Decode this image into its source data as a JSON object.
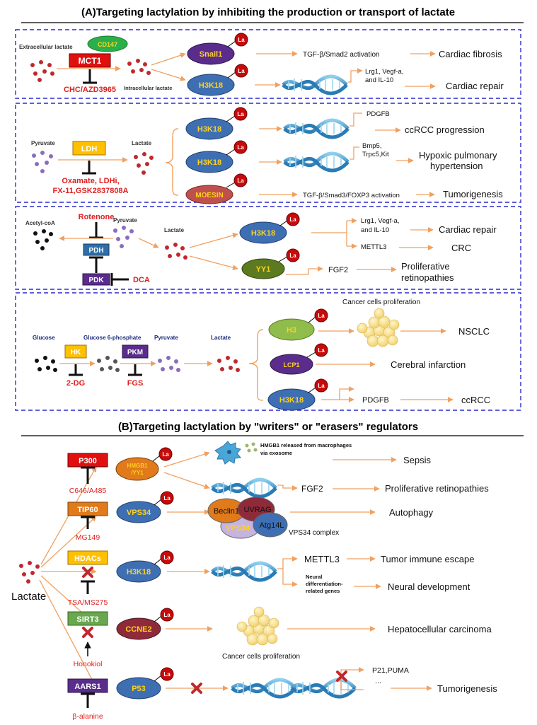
{
  "colors": {
    "arrow": "#f0a060",
    "dash_box": "#2a2acd",
    "inhibitor_red": "#e02020",
    "gold_text": "#ffd21e",
    "la_badge": "#c80a0a",
    "blue_ellipse": "#3f6fb3",
    "purple_ellipse": "#5a2d8c",
    "olive_ellipse": "#5c7a1f",
    "green_ellipse": "#8fbc4a",
    "red_box": "#e01010",
    "orange_box": "#e07a1a",
    "purple_box": "#5a2d8c",
    "blue_box": "#2f6ea8",
    "yellow_box": "#ffc000",
    "green_box": "#6aa84f",
    "cd147": "#2ab04a"
  },
  "section_a": {
    "title": "(A)Targeting lactylation by inhibiting the production or transport of lactate",
    "box1": {
      "extracellular": "Extracellular lactate",
      "intracellular": "Intracellular lactate",
      "cd147": "CD147",
      "transporter": "MCT1",
      "inhibitor": "CHC/AZD3965",
      "target1": "Snail1",
      "target2": "H3K18",
      "effect1": "TGF-β/Smad2 activation",
      "genes_line1": "Lrg1, Vegf-a,",
      "genes_line2": "and IL-10",
      "outcome1": "Cardiac fibrosis",
      "outcome2": "Cardiac repair"
    },
    "box2": {
      "substrate": "Pyruvate",
      "product": "Lactate",
      "enzyme": "LDH",
      "inhibitor_line1": "Oxamate, LDHi,",
      "inhibitor_line2": "FX-11,GSK2837808A",
      "target1": "H3K18",
      "target2": "H3K18",
      "target3": "MOESIN",
      "gene1": "PDGFB",
      "gene2_line1": "Bmp5,",
      "gene2_line2": "Trpc5,Kit",
      "effect3": "TGF-β/Smad3/FOXP3 activation",
      "outcome1": "ccRCC progression",
      "outcome2_line1": "Hypoxic pulmonary",
      "outcome2_line2": "hypertension",
      "outcome3": "Tumorigenesis"
    },
    "box3": {
      "acetyl": "Acetyl-coA",
      "pyruvate": "Pyruvate",
      "lactate": "Lactate",
      "inhibitor1": "Rotenone",
      "enzyme1": "PDH",
      "enzyme2": "PDK",
      "inhibitor2": "DCA",
      "target1": "H3K18",
      "target2": "YY1",
      "genes_line1": "Lrg1, Vegf-a,",
      "genes_line2": "and IL-10",
      "gene_b": "METTL3",
      "gene_c": "FGF2",
      "outcome1": "Cardiac repair",
      "outcome2": "CRC",
      "outcome3_line1": "Proliferative",
      "outcome3_line2": "retinopathies"
    },
    "box4": {
      "glucose": "Glucose",
      "g6p": "Glucose 6-phosphate",
      "pyruvate": "Pyruvate",
      "lactate": "Lactate",
      "enzyme1": "HK",
      "inhibitor1": "2-DG",
      "enzyme2": "PKM",
      "inhibitor2": "FGS",
      "target1": "H3",
      "target2": "LCP1",
      "target3": "H3K18",
      "cancer_label": "Cancer cells proliferation",
      "gene": "PDGFB",
      "outcome1": "NSCLC",
      "outcome2": "Cerebral infarction",
      "outcome3": "ccRCC"
    }
  },
  "section_b": {
    "title": "(B)Targeting lactylation by \"writers\" or \"erasers\" regulators",
    "lactate": "Lactate",
    "la": "La",
    "reg1": "P300",
    "inh1": "C646/A485",
    "reg2": "TIP60",
    "inh2": "MG149",
    "reg3": "HDACs",
    "inh3": "TSA/MS275",
    "reg4": "SIRT3",
    "inh4": "Honokiol",
    "reg5": "AARS1",
    "inh5": "β-alanine",
    "target1_line1": "HMGB1",
    "target1_line2": "/YY1",
    "target2": "VPS34",
    "target3": "H3K18",
    "target4": "CCNE2",
    "target5": "P53",
    "hmgb1_line1": "HMGB1 released from macrophages",
    "hmgb1_line2": "via exosome",
    "gene_fgf2": "FGF2",
    "complex_beclin": "Beclin1",
    "complex_uvrag": "UVRAG",
    "complex_vps34": "VPS34",
    "complex_atg": "Atg14L",
    "complex_label": "VPS34 complex",
    "gene_mettl3": "METTL3",
    "neural_line1": "Neural",
    "neural_line2": "differentiation-",
    "neural_line3": "related genes",
    "cancer_label": "Cancer cells proliferation",
    "p21": "P21,PUMA",
    "ellipsis": "...",
    "outcome1": "Sepsis",
    "outcome2": "Proliferative retinopathies",
    "outcome3": "Autophagy",
    "outcome4": "Tumor immune escape",
    "outcome5": "Neural development",
    "outcome6": "Hepatocellular carcinoma",
    "outcome7": "Tumorigenesis"
  }
}
